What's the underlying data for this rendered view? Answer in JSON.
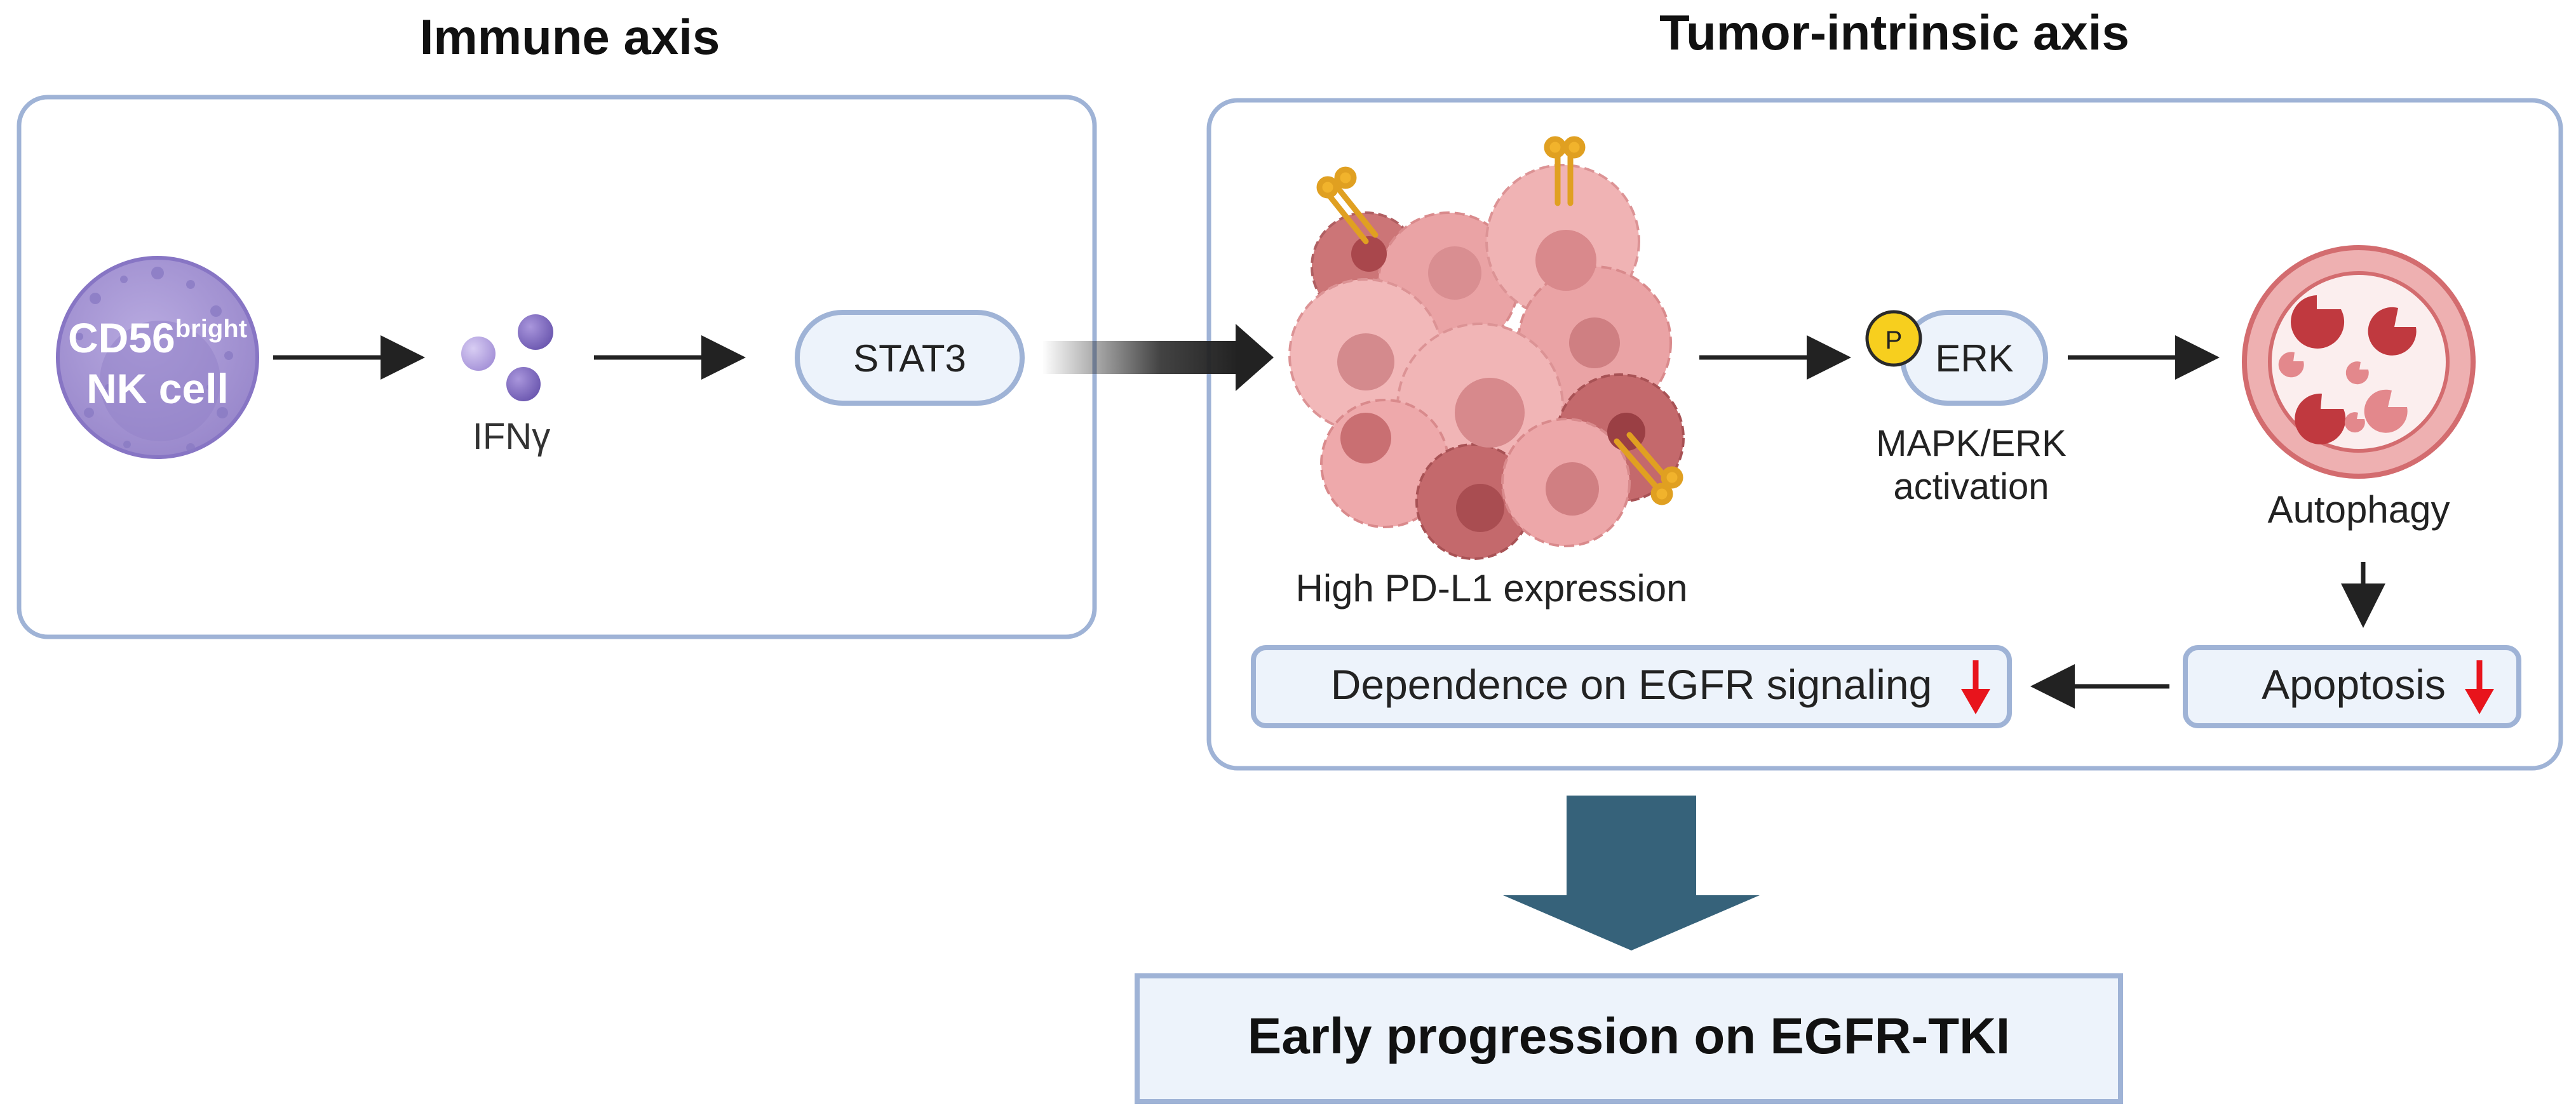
{
  "panels": {
    "immune": {
      "title": "Immune axis"
    },
    "tumor": {
      "title": "Tumor-intrinsic axis"
    }
  },
  "nodes": {
    "nk_cell": {
      "line1": "CD56",
      "superscript": "bright",
      "line2": "NK cell"
    },
    "ifng": {
      "label": "IFNγ"
    },
    "stat3": {
      "label": "STAT3"
    },
    "tumor": {
      "label": "High PD-L1 expression"
    },
    "erk": {
      "label": "ERK",
      "phospho": "P",
      "caption_line1": "MAPK/ERK",
      "caption_line2": "activation"
    },
    "autophagy": {
      "label": "Autophagy"
    },
    "apoptosis": {
      "label": "Apoptosis"
    },
    "dependence": {
      "label": "Dependence on EGFR signaling"
    }
  },
  "outcome": {
    "label": "Early progression on EGFR-TKI"
  },
  "colors": {
    "panel_border": "#9fb3d6",
    "node_fill": "#edf3fb",
    "nk_fill": "#a99ad6",
    "tumor_pink": "#e8a0a3",
    "down_arrow": "#e8141c",
    "outcome_arrow": "#36627a",
    "receptor": "#f1b32c"
  }
}
